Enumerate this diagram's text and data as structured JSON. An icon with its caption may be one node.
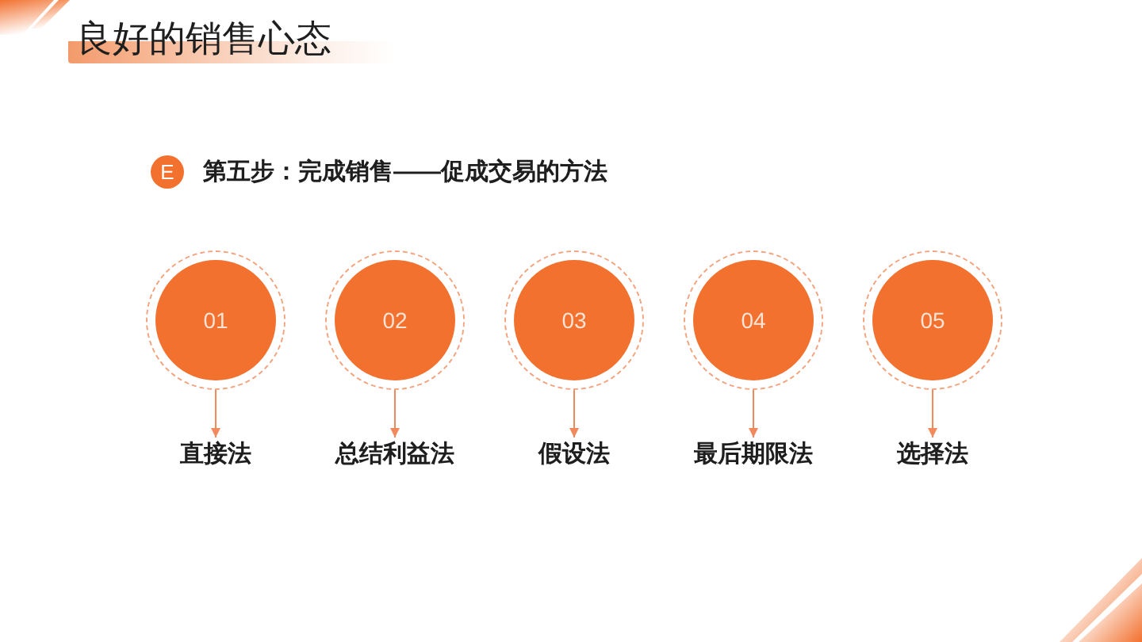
{
  "diagram": {
    "title": "良好的销售心态",
    "nodes": [
      {
        "text": [
          "E"
        ],
        "beside": [
          "第五步：完成销售——促成交易的方法"
        ]
      },
      {
        "text": [
          "01"
        ]
      },
      {
        "text": [
          "02"
        ]
      },
      {
        "text": [
          "03"
        ]
      },
      {
        "text": [
          "04"
        ]
      },
      {
        "text": [
          "05"
        ]
      },
      {
        "text": [
          "直接法"
        ]
      },
      {
        "text": [
          "总结利益法"
        ]
      },
      {
        "text": [
          "假设法"
        ]
      },
      {
        "text": [
          "最后期限法"
        ]
      },
      {
        "text": [
          "选择法"
        ]
      }
    ],
    "edges": [
      {
        "from": 1,
        "to": 6,
        "arrow": "to"
      },
      {
        "from": 2,
        "to": 7,
        "arrow": "to"
      },
      {
        "from": 3,
        "to": 8,
        "arrow": "to"
      },
      {
        "from": 4,
        "to": 9,
        "arrow": "to"
      },
      {
        "from": 5,
        "to": 10,
        "arrow": "to"
      }
    ]
  }
}
